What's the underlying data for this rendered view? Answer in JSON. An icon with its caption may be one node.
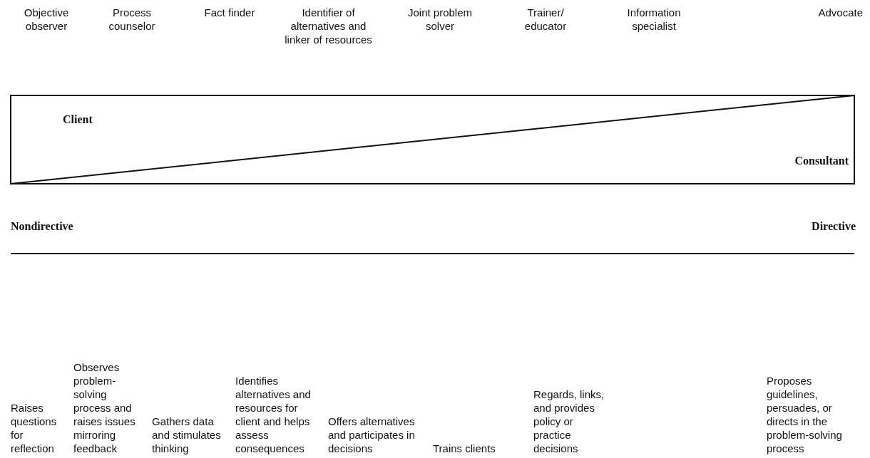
{
  "diagram": {
    "labels": [
      "Objective observer",
      "Process counselor",
      "Fact finder",
      "Identifier of alternatives and linker of resources",
      "Joint problem solver",
      "Trainer/ educator",
      "Information specialist",
      "Advocate",
      "Client",
      "Consultant",
      "Nondirective",
      "Directive",
      "Raises questions for reflection",
      "Observes problem-solving process and raises issues mirroring feedback",
      "Gathers data and stimulates thinking",
      "Identifies alternatives and resources for client and helps assess consequences",
      "Offers alternatives and participates in decisions",
      "Trains clients",
      "Regards, links, and provides policy or practice decisions",
      "Proposes guidelines, persuades, or directs in the problem-solving process"
    ]
  }
}
